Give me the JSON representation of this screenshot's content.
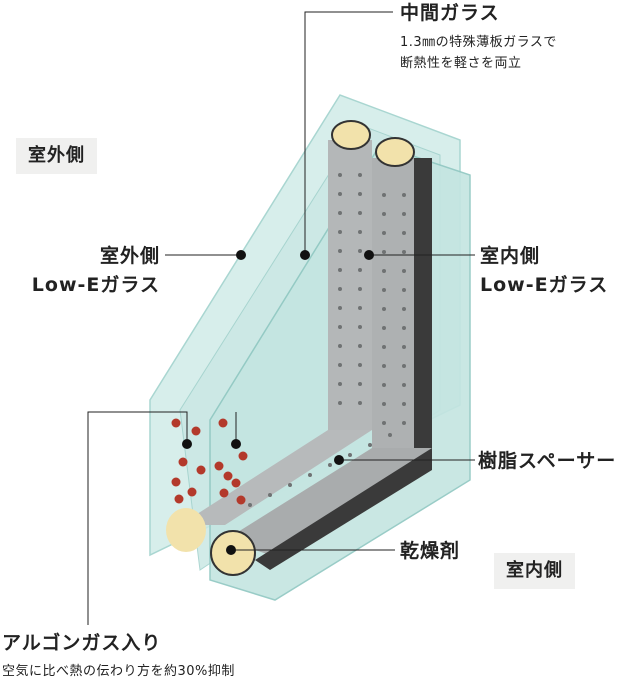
{
  "labels": {
    "middle_glass_title": "中間ガラス",
    "middle_glass_desc": [
      "1.3㎜の特殊薄板ガラスで",
      "断熱性を軽さを両立"
    ],
    "outdoor_tag": "室外側",
    "indoor_tag": "室内側",
    "outdoor_lowe": [
      "室外側",
      "Low-Eガラス"
    ],
    "indoor_lowe": [
      "室内側",
      "Low-Eガラス"
    ],
    "resin_spacer": "樹脂スペーサー",
    "desiccant": "乾燥剤",
    "argon_title": "アルゴンガス入り",
    "argon_desc": "空気に比べ熱の伝わり方を約30%抑制"
  },
  "colors": {
    "glass": "#cfe9e6",
    "glass_edge": "#9fd0cb",
    "spacer": "#b5b8b9",
    "spacer_dark": "#3a3a3a",
    "desiccant": "#f2e2ab",
    "argon_dot": "#b3392b",
    "leader": "#222222"
  }
}
